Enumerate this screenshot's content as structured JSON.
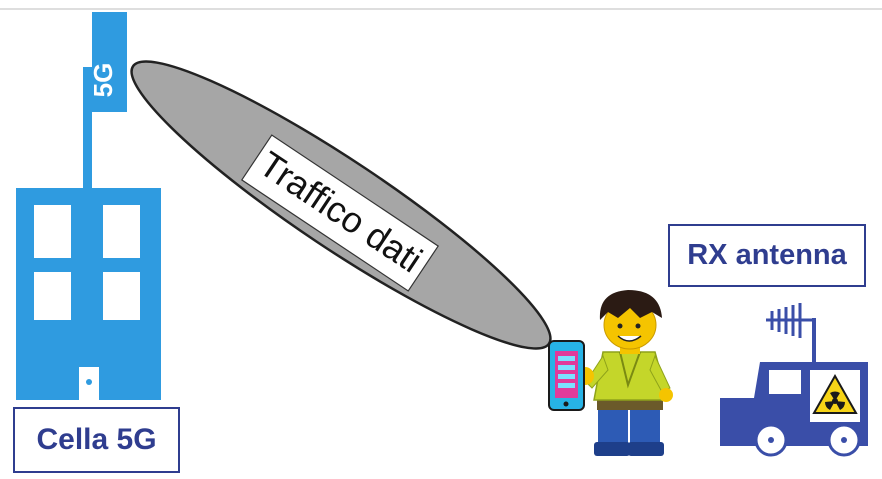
{
  "tower": {
    "tag": "5G",
    "color": "#2f9be0"
  },
  "beam": {
    "label": "Traffico dati",
    "fill": "#a6a6a6"
  },
  "labels": {
    "cell": "Cella 5G",
    "rx": "RX antenna"
  },
  "colors": {
    "text_blue": "#2f3d8f",
    "van_blue": "#3a4ea8",
    "phone_cyan": "#27b3e6",
    "warning_yellow": "#f7d417"
  },
  "icons": {
    "warning": "radiation-warning-icon",
    "antenna": "antenna-icon"
  }
}
